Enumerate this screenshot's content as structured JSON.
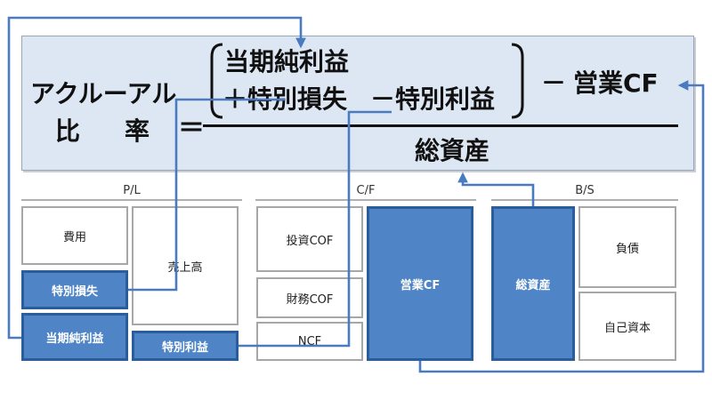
{
  "formula": {
    "lhs_line1": "アクルーアル",
    "lhs_line2_a": "比",
    "lhs_line2_b": "率",
    "equals": "＝",
    "num_line1": "当期純利益",
    "num_line2_a": "＋特別損失",
    "num_line2_b": "－特別利益",
    "minus": "－",
    "operating_cf": "営業CF",
    "denominator": "総資産"
  },
  "sections": {
    "pl": "P/L",
    "cf": "C/F",
    "bs": "B/S"
  },
  "pl": {
    "expenses": "費用",
    "sales": "売上高",
    "special_loss": "特別損失",
    "net_income": "当期純利益",
    "special_gain": "特別利益"
  },
  "cf": {
    "investing": "投資COF",
    "financing": "財務COF",
    "ncf": "NCF",
    "operating": "営業CF"
  },
  "bs": {
    "total_assets": "総資産",
    "liabilities": "負債",
    "equity": "自己資本"
  },
  "colors": {
    "panel_bg": "#dde7f3",
    "arrow": "#4a7ac0",
    "highlight_box": "#4f85c7",
    "highlight_border": "#2c5d9b"
  }
}
